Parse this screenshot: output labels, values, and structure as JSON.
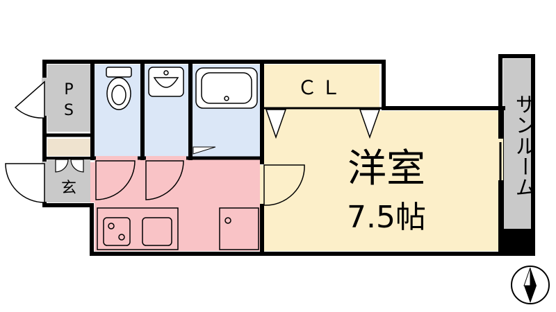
{
  "floorplan": {
    "rooms": {
      "ps": {
        "label_line1": "P",
        "label_line2": "S",
        "color": "#c9c9c9"
      },
      "entrance": {
        "label": "玄",
        "color": "#c9c9c9"
      },
      "shoe_box": {
        "color": "#efe3cf"
      },
      "toilet": {
        "color": "#dbe7f7"
      },
      "washroom": {
        "color": "#dbe7f7"
      },
      "bathroom": {
        "color": "#dbe7f7"
      },
      "kitchen": {
        "color": "#f9c3c6"
      },
      "closet": {
        "label": "ＣＬ",
        "color": "#fcefc9"
      },
      "western_room": {
        "label": "洋室",
        "size_label": "7.5帖",
        "color": "#fcefc9"
      },
      "sunroom": {
        "label": "サンルーム",
        "color": "#c9c9c9"
      }
    },
    "compass": {
      "direction": "north",
      "icon": "compass-north-icon"
    },
    "wall_color": "#000000"
  }
}
